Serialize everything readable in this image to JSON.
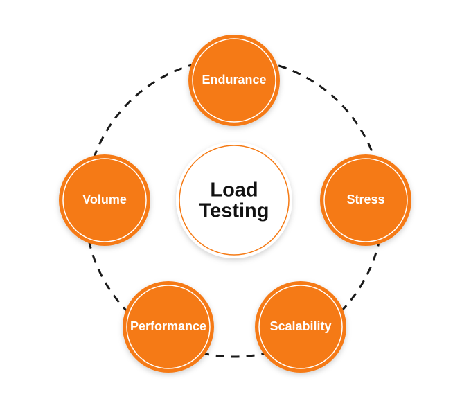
{
  "center": {
    "line1": "Load",
    "line2": "Testing"
  },
  "nodes": [
    {
      "id": "endurance",
      "label": "Endurance"
    },
    {
      "id": "stress",
      "label": "Stress"
    },
    {
      "id": "scalability",
      "label": "Scalability"
    },
    {
      "id": "performance",
      "label": "Performance"
    },
    {
      "id": "volume",
      "label": "Volume"
    }
  ],
  "colors": {
    "node_fill": "#F57A14",
    "node_ring": "#FFFFFF",
    "center_border": "#F57A14",
    "dash": "#1A1A1A",
    "center_text": "#111111",
    "node_text": "#FFFFFF"
  }
}
